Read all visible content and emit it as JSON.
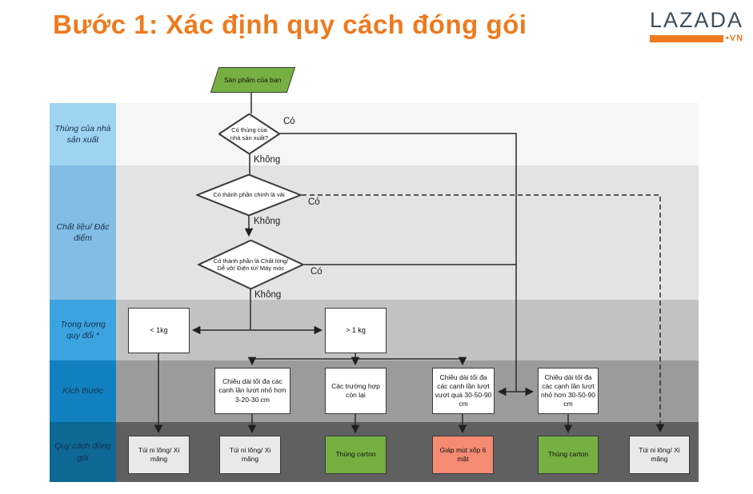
{
  "header": {
    "title": "Bước 1: Xác định quy cách đóng gói",
    "logo_brand": "LAZADA",
    "logo_tld": "•VN"
  },
  "palette": {
    "accent": "#ee7a1e",
    "navy": "#3d4e5a",
    "green": "#76b043",
    "salmon": "#f48b72",
    "side1": "#9fd3f2",
    "side2": "#83bce5",
    "side3": "#3ba4e0",
    "side4": "#1180c0",
    "side5": "#0e6794",
    "band1": "#f6f6f6",
    "band2": "#e3e3e3",
    "band3": "#c2c2c2",
    "band4": "#9b9b9b",
    "band5": "#606060"
  },
  "sidebar": {
    "rows": [
      {
        "label": "Thùng của nhà sản xuất"
      },
      {
        "label": "Chất liệu/ Đặc điểm"
      },
      {
        "label": "Trọng lượng quy đổi *"
      },
      {
        "label": "Kích thước"
      },
      {
        "label": "Quy cách đóng gói"
      }
    ]
  },
  "flow": {
    "start": "Sản phẩm của bạn",
    "d1": "Có thùng của nhà sản xuất?",
    "d2": "Có thành phần chính là vải",
    "d3": "Có thành phần là Chất lỏng/ Dễ vỡ/ Điện tử/ Máy móc",
    "w1": "< 1kg",
    "w2": "> 1 kg",
    "dim1": "Chiều dài tối đa các cạnh lần lượt nhỏ hơn 3-20-30 cm",
    "dim2": "Các trường hợp còn lại",
    "dim3": "Chiều dài tối đa các cạnh lần lượt vượt quá 30-50-90 cm",
    "dim4": "Chiều dài tối đa các cạnh lần lượt nhỏ hơn 30-50-90 cm",
    "out1": "Túi ni lông/ Xi măng",
    "out2": "Túi ni lông/ Xi măng",
    "out3": "Thùng carton",
    "out4": "Giáp mút xốp 6 mặt",
    "out5": "Thùng carton",
    "out6": "Túi ni lông/ Xi măng"
  },
  "labels": {
    "yes": "Có",
    "no": "Không"
  }
}
